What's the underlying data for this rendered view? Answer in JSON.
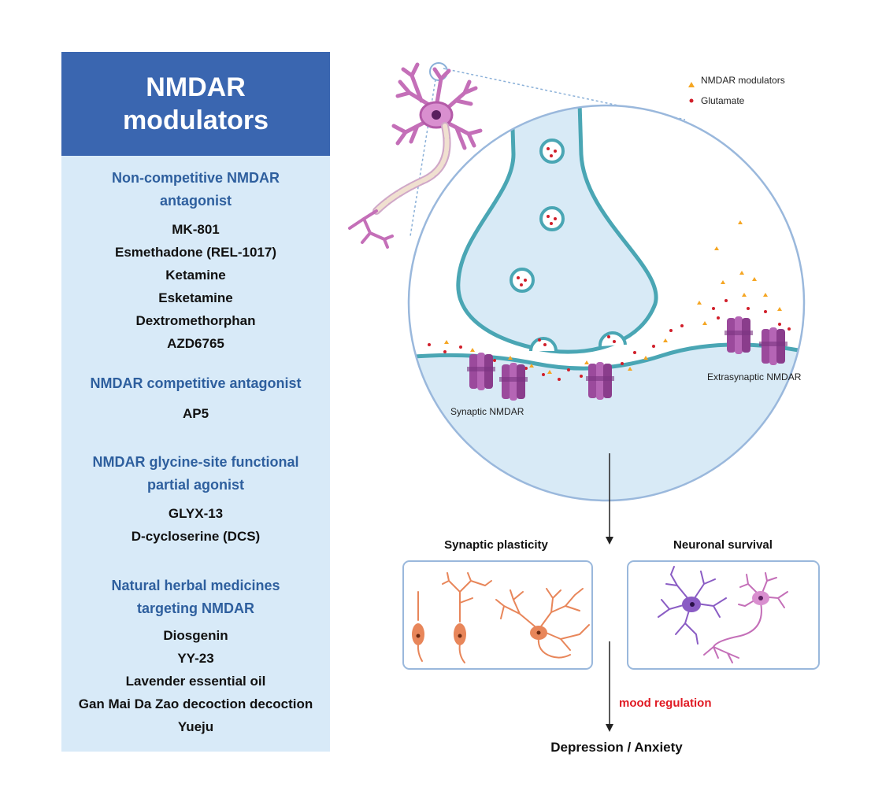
{
  "panel": {
    "title_line1": "NMDAR",
    "title_line2": "modulators",
    "sections": [
      {
        "title": [
          "Non-competitive NMDAR",
          "antagonist"
        ],
        "items": [
          "MK-801",
          "Esmethadone (REL-1017)",
          "Ketamine",
          "Esketamine",
          "Dextromethorphan",
          "AZD6765"
        ]
      },
      {
        "title": [
          "NMDAR competitive antagonist"
        ],
        "items": [
          "AP5"
        ]
      },
      {
        "title": [
          "NMDAR glycine-site functional",
          "partial agonist"
        ],
        "items": [
          "GLYX-13",
          "D-cycloserine (DCS)"
        ]
      },
      {
        "title": [
          "Natural herbal medicines",
          "targeting NMDAR"
        ],
        "items": [
          "Diosgenin",
          "YY-23",
          "Lavender essential oil",
          "Gan Mai Da Zao decoction decoction",
          "Yueju"
        ]
      }
    ]
  },
  "legend": {
    "modulators_label": "NMDAR modulators",
    "glutamate_label": "Glutamate"
  },
  "diagram": {
    "synaptic_label": "Synaptic NMDAR",
    "extrasynaptic_label": "Extrasynaptic NMDAR",
    "plasticity_label": "Synaptic plasticity",
    "survival_label": "Neuronal survival",
    "mood_label": "mood regulation",
    "outcome_label": "Depression / Anxiety"
  },
  "colors": {
    "header_blue": "#3a66b0",
    "panel_bg": "#d8eaf8",
    "section_title": "#2e5f9e",
    "membrane_teal": "#4aa6b4",
    "receptor_purple": "#9b4a9c",
    "glutamate_red": "#d11f2a",
    "modulator_orange": "#f5a623",
    "mood_red": "#e01b24",
    "neuron_pink": "#c46fb8",
    "neuron_orange": "#e8865a",
    "neuron_violet": "#8a5cc4"
  }
}
